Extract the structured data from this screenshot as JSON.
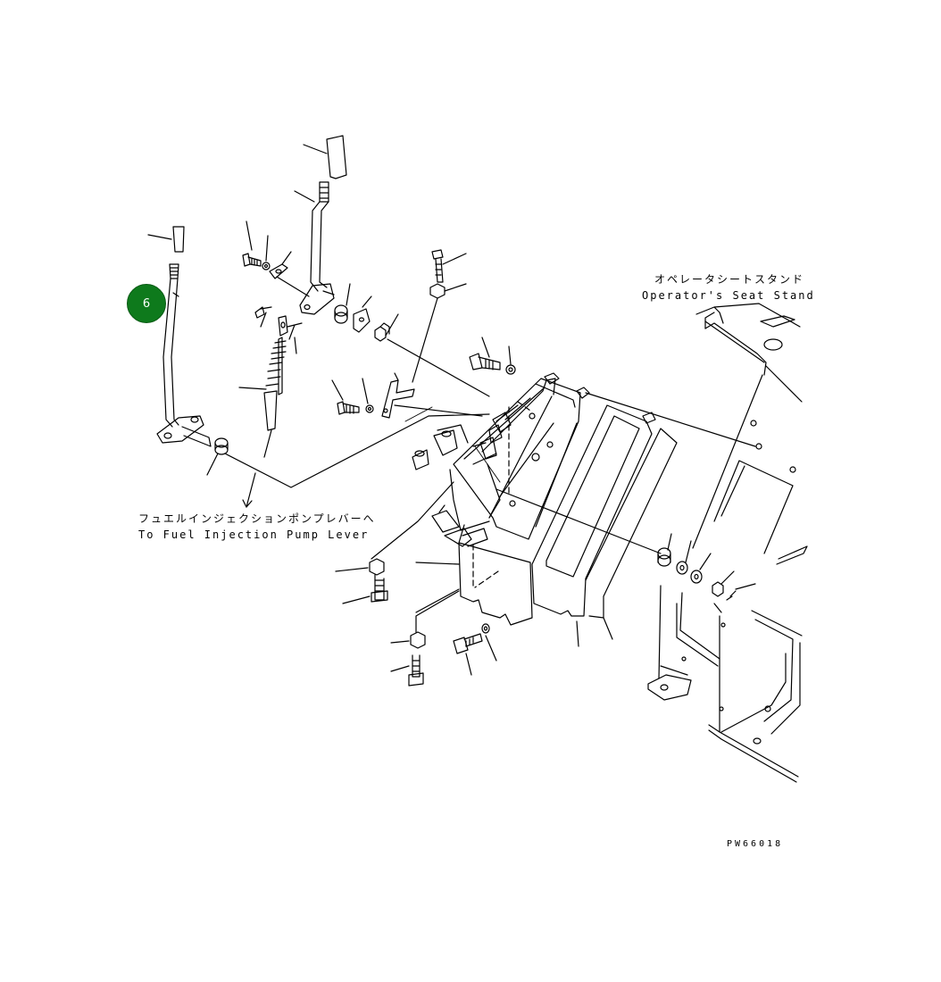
{
  "labels": {
    "seat_stand_jp": "オペレータシートスタンド",
    "seat_stand_en": "Operator's Seat Stand",
    "fuel_pump_jp": "フュエルインジェクションポンプレバーへ",
    "fuel_pump_en": "To Fuel Injection Pump Lever",
    "drawing_no": "PW66018"
  },
  "callout": {
    "number": "6",
    "color": "#0e7a1c"
  }
}
